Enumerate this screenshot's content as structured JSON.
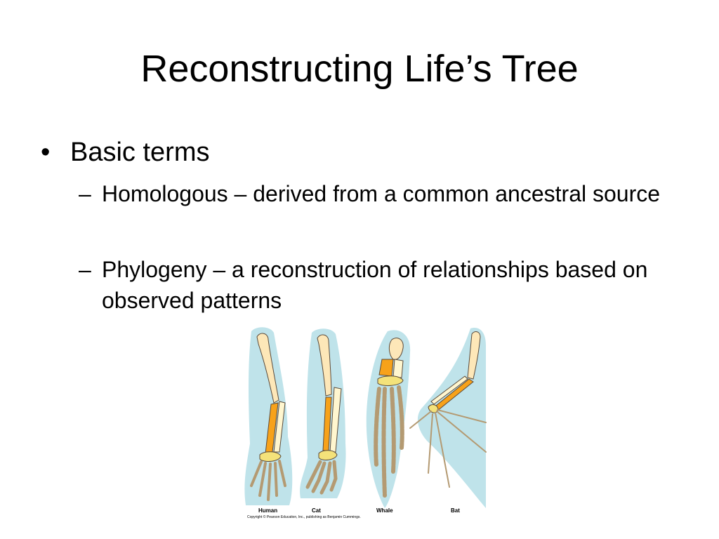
{
  "slide": {
    "title": "Reconstructing Life’s Tree",
    "bullet": {
      "marker": "•",
      "text": "Basic terms"
    },
    "subpoints": [
      {
        "dash": "–",
        "text": "Homologous – derived from a common ancestral source"
      },
      {
        "dash": "–",
        "text": "Phylogeny – a reconstruction of relationships based on observed patterns"
      }
    ]
  },
  "figure": {
    "labels": [
      "Human",
      "Cat",
      "Whale",
      "Bat"
    ],
    "credit": "Copyright © Pearson Education, Inc., publishing as Benjamin Cummings.",
    "colors": {
      "silhouette": "#bfe3ea",
      "humerus": "#fde7b8",
      "radius": "#f7a21a",
      "ulna": "#fff6cf",
      "carpals": "#f4e27a",
      "phalanges": "#b49a72",
      "outline": "#5b4a3a"
    }
  }
}
